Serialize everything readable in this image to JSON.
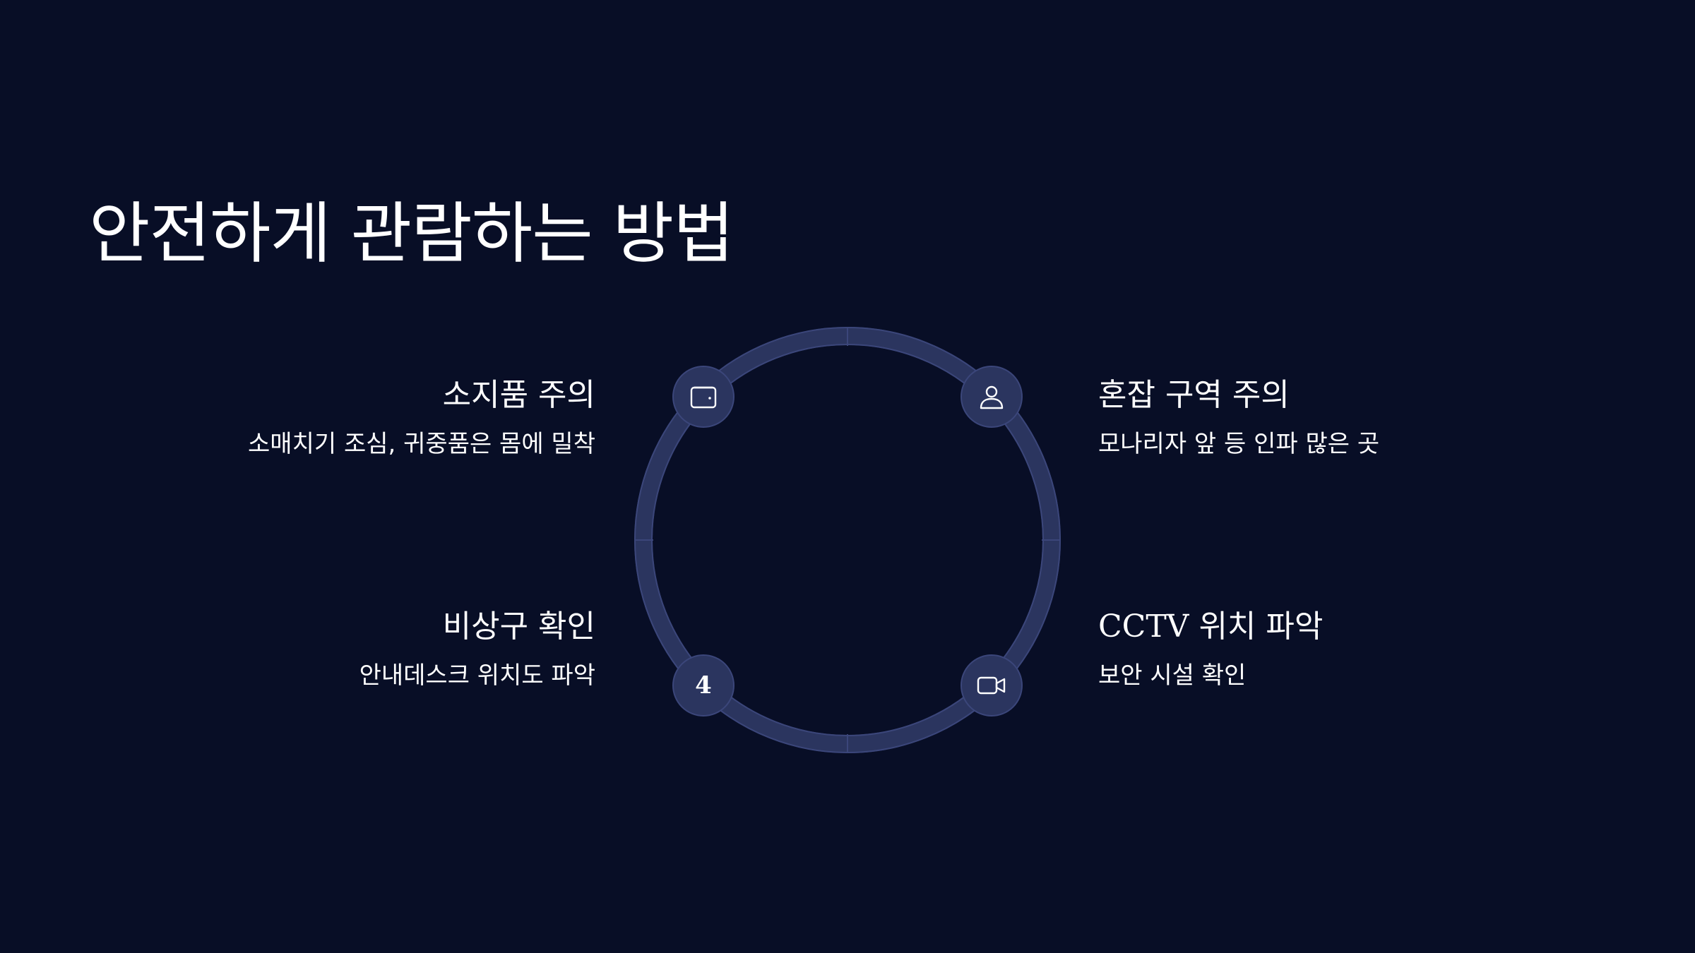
{
  "slide": {
    "title": "안전하게 관람하는 방법"
  },
  "colors": {
    "background": "#080e26",
    "ring": "#2b355f",
    "node": "#2b355f",
    "text": "#ffffff"
  },
  "items": [
    {
      "title": "소지품 주의",
      "description": "소매치기 조심, 귀중품은 몸에 밀착",
      "icon": "wallet-icon"
    },
    {
      "title": "혼잡 구역 주의",
      "description": "모나리자 앞 등 인파 많은 곳",
      "icon": "person-icon"
    },
    {
      "title": "비상구 확인",
      "description": "안내데스크 위치도 파악",
      "icon": "number-four-icon",
      "icon_glyph": "4"
    },
    {
      "title": "CCTV 위치 파악",
      "description": "보안 시설 확인",
      "icon": "video-camera-icon"
    }
  ]
}
